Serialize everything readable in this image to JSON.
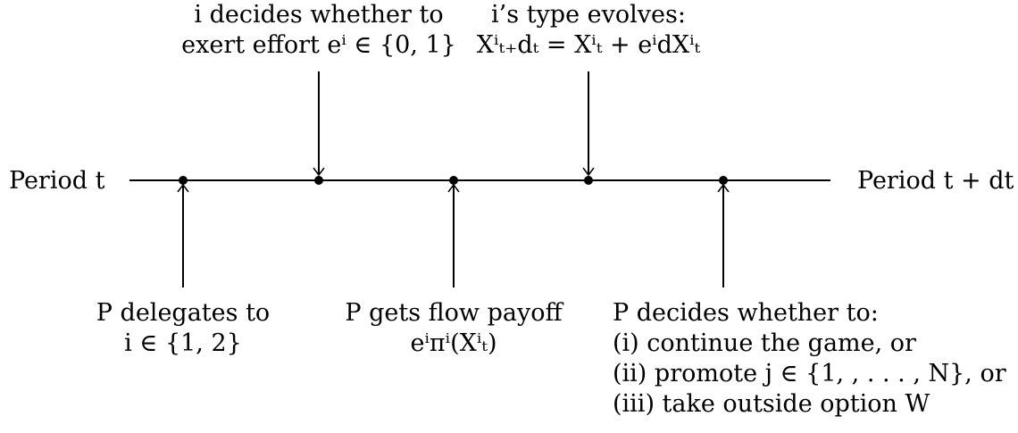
{
  "timeline": {
    "start_label": "Period t",
    "end_label": "Period t + dt"
  },
  "events": {
    "delegation": {
      "lines": [
        "P delegates to",
        "i ∈ {1, 2}"
      ]
    },
    "effort": {
      "lines": [
        "i decides whether to",
        "exert effort eⁱ ∈ {0, 1}"
      ]
    },
    "payoff": {
      "lines": [
        "P gets flow payoff",
        "eⁱπⁱ(Xⁱₜ)"
      ]
    },
    "type_evolution": {
      "lines": [
        "i’s type evolves:",
        "Xⁱₜ₊dₜ = Xⁱₜ + eⁱdXⁱₜ"
      ]
    },
    "decision": {
      "lines": [
        "P decides whether to:",
        "(i) continue the game, or",
        "(ii) promote j ∈ {1, , . . . , N}, or",
        "(iii) take outside option W"
      ]
    }
  }
}
